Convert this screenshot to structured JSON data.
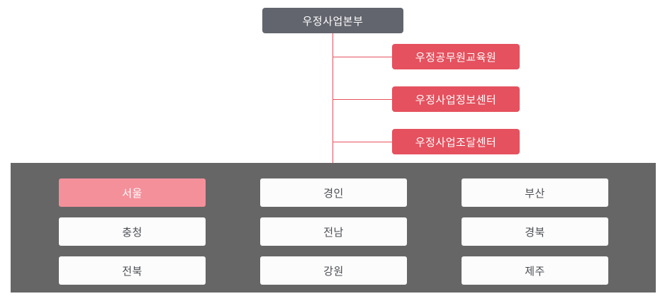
{
  "org_chart": {
    "root": {
      "label": "우정사업본부"
    },
    "branches": [
      {
        "label": "우정공무원교육원"
      },
      {
        "label": "우정사업정보센터"
      },
      {
        "label": "우정사업조달센터"
      }
    ],
    "regions": [
      {
        "label": "서울",
        "active": true
      },
      {
        "label": "경인",
        "active": false
      },
      {
        "label": "부산",
        "active": false
      },
      {
        "label": "충청",
        "active": false
      },
      {
        "label": "전남",
        "active": false
      },
      {
        "label": "경북",
        "active": false
      },
      {
        "label": "전북",
        "active": false
      },
      {
        "label": "강원",
        "active": false
      },
      {
        "label": "제주",
        "active": false
      }
    ],
    "colors": {
      "root_bg": "#62656d",
      "branch_bg": "#e5515e",
      "connector_line": "#e5515e",
      "panel_bg": "#666666",
      "region_bg": "#fcfcfc",
      "region_text": "#4a4d52",
      "region_active_bg": "#f4909a",
      "region_active_text": "#ffffff"
    }
  }
}
